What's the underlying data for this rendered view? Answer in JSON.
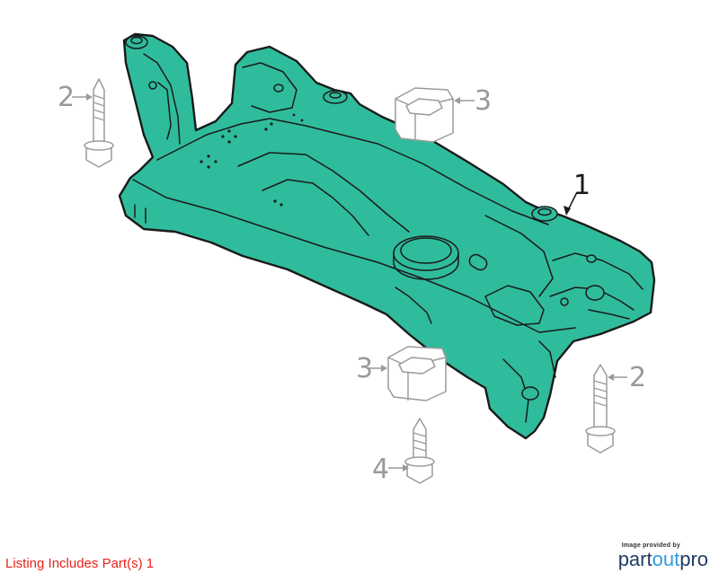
{
  "colors": {
    "part_fill": "#2fbc9c",
    "outline": "#1a1a1a",
    "hardware": "#9a9a9a",
    "listing_text": "#e8221b",
    "brand_part": "#1f3a5f",
    "brand_out": "#2f9be0",
    "brand_pro": "#1f3a5f"
  },
  "diagram": {
    "parts": [
      {
        "callout": "1",
        "name": "front subframe crossmember",
        "highlighted": true
      },
      {
        "callout": "2",
        "name": "bolt",
        "highlighted": false
      },
      {
        "callout": "2",
        "name": "bolt",
        "highlighted": false
      },
      {
        "callout": "3",
        "name": "bushing",
        "highlighted": false
      },
      {
        "callout": "3",
        "name": "bushing",
        "highlighted": false
      },
      {
        "callout": "4",
        "name": "bolt",
        "highlighted": false
      }
    ]
  },
  "footer": {
    "listing_note": "Listing Includes Part(s) 1",
    "provider_caption": "Image provided by",
    "brand_part": "part",
    "brand_out": "out",
    "brand_pro": "pro"
  }
}
